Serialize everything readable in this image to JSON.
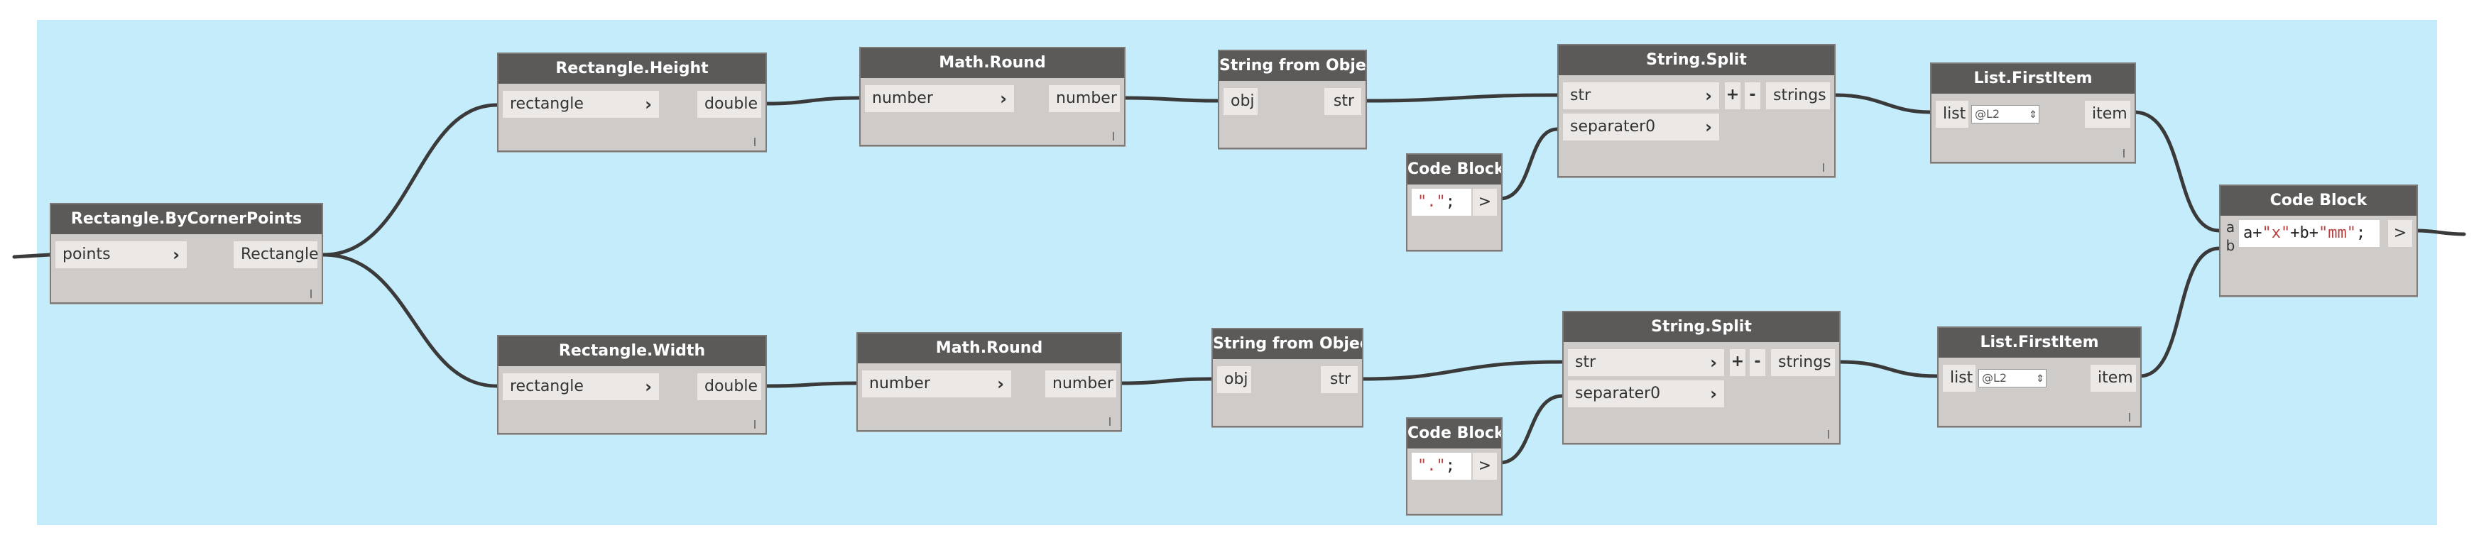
{
  "nodes": {
    "corner_points": {
      "title": "Rectangle.ByCornerPoints",
      "in": "points",
      "out": "Rectangle"
    },
    "height": {
      "title": "Rectangle.Height",
      "in": "rectangle",
      "out": "double"
    },
    "width": {
      "title": "Rectangle.Width",
      "in": "rectangle",
      "out": "double"
    },
    "round_top": {
      "title": "Math.Round",
      "in": "number",
      "out": "number"
    },
    "round_bottom": {
      "title": "Math.Round",
      "in": "number",
      "out": "number"
    },
    "sfo_top": {
      "title": "String from Object",
      "in": "obj",
      "out": "str"
    },
    "sfo_bottom": {
      "title": "String from Object",
      "in": "obj",
      "out": "str"
    },
    "code_top": {
      "title": "Code Block",
      "code_punct": ";",
      "code_str": "\".\"",
      "out": ">"
    },
    "code_bottom": {
      "title": "Code Block",
      "code_punct": ";",
      "code_str": "\".\"",
      "out": ">"
    },
    "split_top": {
      "title": "String.Split",
      "in1": "str",
      "in2": "separater0",
      "plus": "+",
      "minus": "-",
      "out": "strings"
    },
    "split_bottom": {
      "title": "String.Split",
      "in1": "str",
      "in2": "separater0",
      "plus": "+",
      "minus": "-",
      "out": "strings"
    },
    "first_top": {
      "title": "List.FirstItem",
      "in": "list",
      "lacing": "@L2",
      "out": "item"
    },
    "first_bottom": {
      "title": "List.FirstItem",
      "in": "list",
      "lacing": "@L2",
      "out": "item"
    },
    "code_final": {
      "title": "Code Block",
      "in_a": "a",
      "in_b": "b",
      "c1": "a+",
      "c2": "\"x\"",
      "c3": "+b+",
      "c4": "\"mm\"",
      "c5": ";",
      "out": ">"
    }
  },
  "colors": {
    "canvas": "#c4ecfb",
    "node_header": "#5b5a59",
    "node_body": "#cfcbc9",
    "wire": "#3a3a3a",
    "code_string": "#b84242"
  }
}
